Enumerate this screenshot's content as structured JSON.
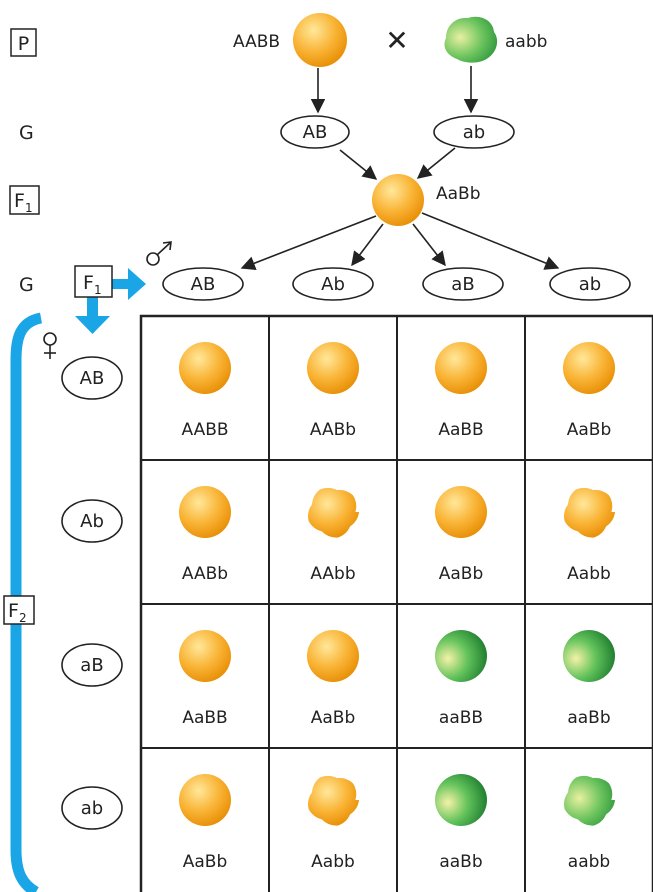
{
  "generation_labels": {
    "p": "P",
    "g_parent": "G",
    "f1_main": "F",
    "f1_sub": "1",
    "g_f1": "G",
    "f1_box_main": "F",
    "f1_box_sub": "1",
    "f2_main": "F",
    "f2_sub": "2"
  },
  "parents": {
    "left_genotype": "AABB",
    "cross_symbol": "✕",
    "right_genotype": "aabb",
    "left_seed": "yellow-round",
    "right_seed": "green-wrinkled"
  },
  "parent_gametes": [
    "AB",
    "ab"
  ],
  "f1": {
    "genotype": "AaBb",
    "seed": "yellow-round"
  },
  "male_symbol": "♂",
  "female_symbol": "♀",
  "male_gametes": [
    "AB",
    "Ab",
    "aB",
    "ab"
  ],
  "female_gametes": [
    "AB",
    "Ab",
    "aB",
    "ab"
  ],
  "grid": [
    [
      {
        "genotype": "AABB",
        "seed": "yellow-round"
      },
      {
        "genotype": "AABb",
        "seed": "yellow-round"
      },
      {
        "genotype": "AaBB",
        "seed": "yellow-round"
      },
      {
        "genotype": "AaBb",
        "seed": "yellow-round"
      }
    ],
    [
      {
        "genotype": "AABb",
        "seed": "yellow-round"
      },
      {
        "genotype": "AAbb",
        "seed": "yellow-wrinkled"
      },
      {
        "genotype": "AaBb",
        "seed": "yellow-round"
      },
      {
        "genotype": "Aabb",
        "seed": "yellow-wrinkled"
      }
    ],
    [
      {
        "genotype": "AaBB",
        "seed": "yellow-round"
      },
      {
        "genotype": "AaBb",
        "seed": "yellow-round"
      },
      {
        "genotype": "aaBB",
        "seed": "green-round"
      },
      {
        "genotype": "aaBb",
        "seed": "green-round"
      }
    ],
    [
      {
        "genotype": "AaBb",
        "seed": "yellow-round"
      },
      {
        "genotype": "Aabb",
        "seed": "yellow-wrinkled"
      },
      {
        "genotype": "aaBb",
        "seed": "green-round"
      },
      {
        "genotype": "aabb",
        "seed": "green-wrinkled"
      }
    ]
  ],
  "colors": {
    "yellow_light": "#ffe27a",
    "yellow_mid": "#f9b233",
    "yellow_dark": "#e58a00",
    "green_light": "#f4f0a0",
    "green_mid": "#4cb848",
    "green_dark": "#137a2a",
    "arrow_blue": "#1aa6e6",
    "ink": "#222222"
  }
}
